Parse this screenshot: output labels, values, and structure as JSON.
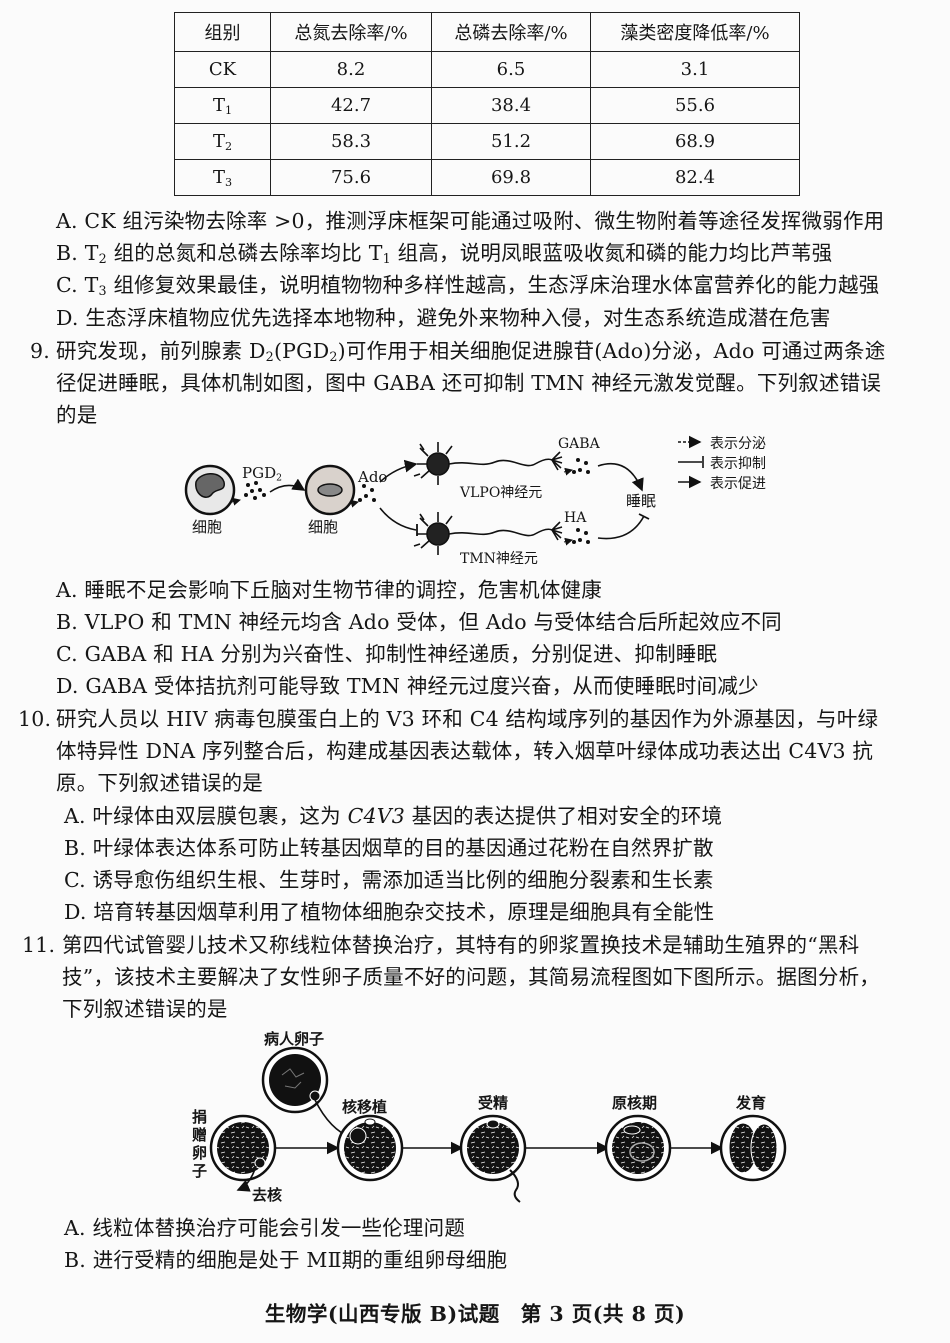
{
  "table": {
    "headers": [
      "组别",
      "总氮去除率/%",
      "总磷去除率/%",
      "藻类密度降低率/%"
    ],
    "rows": [
      {
        "group": "CK",
        "group_sub": "",
        "n": "8.2",
        "p": "6.5",
        "algae": "3.1"
      },
      {
        "group": "T",
        "group_sub": "1",
        "n": "42.7",
        "p": "38.4",
        "algae": "55.6"
      },
      {
        "group": "T",
        "group_sub": "2",
        "n": "58.3",
        "p": "51.2",
        "algae": "68.9"
      },
      {
        "group": "T",
        "group_sub": "3",
        "n": "75.6",
        "p": "69.8",
        "algae": "82.4"
      }
    ]
  },
  "q8": {
    "options": {
      "A": "A. CK 组污染物去除率 >0，推测浮床框架可能通过吸附、微生物附着等途径发挥微弱作用",
      "B_pre": "B. T",
      "B_sub1": "2",
      "B_mid": " 组的总氮和总磷去除率均比 T",
      "B_sub2": "1",
      "B_post": " 组高，说明凤眼蓝吸收氮和磷的能力均比芦苇强",
      "C_pre": "C. T",
      "C_sub": "3",
      "C_post": " 组修复效果最佳，说明植物物种多样性越高，生态浮床治理水体富营养化的能力越强",
      "D": "D. 生态浮床植物应优先选择本地物种，避免外来物种入侵，对生态系统造成潜在危害"
    }
  },
  "q9": {
    "number": "9.",
    "stem_1a": "研究发现，前列腺素 D",
    "stem_1b": "2",
    "stem_1c": "(PGD",
    "stem_1d": "2",
    "stem_1e": ")可作用于相关细胞促进腺苷(Ado)分泌，Ado 可通过两条途",
    "stem_2": "径促进睡眠，具体机制如图，图中 GABA 还可抑制 TMN 神经元激发觉醒。下列叙述错误",
    "stem_3": "的是",
    "diagram": {
      "pgd_label": "PGD",
      "pgd_sub": "2",
      "cell1_label": "细胞",
      "cell2_label": "细胞",
      "ado_label": "Ado",
      "vlpo_label": "VLPO神经元",
      "tmn_label": "TMN神经元",
      "gaba_label": "GABA",
      "ha_label": "HA",
      "sleep_label": "睡眠",
      "legend": [
        {
          "symbol": "dashed-arrow",
          "label": "表示分泌"
        },
        {
          "symbol": "inhibit",
          "label": "表示抑制"
        },
        {
          "symbol": "arrow",
          "label": "表示促进"
        }
      ]
    },
    "options": {
      "A": "A. 睡眠不足会影响下丘脑对生物节律的调控，危害机体健康",
      "B": "B. VLPO 和 TMN 神经元均含 Ado 受体，但 Ado 与受体结合后所起效应不同",
      "C": "C. GABA 和 HA 分别为兴奋性、抑制性神经递质，分别促进、抑制睡眠",
      "D": "D. GABA 受体拮抗剂可能导致 TMN 神经元过度兴奋，从而使睡眠时间减少"
    }
  },
  "q10": {
    "number": "10.",
    "stem_1": "研究人员以 HIV 病毒包膜蛋白上的 V3 环和 C4 结构域序列的基因作为外源基因，与叶绿",
    "stem_2": "体特异性 DNA 序列整合后，构建成基因表达载体，转入烟草叶绿体成功表达出 C4V3 抗",
    "stem_3": "原。下列叙述错误的是",
    "options": {
      "A_pre": "A. 叶绿体由双层膜包裹，这为 ",
      "A_it": "C4V3",
      "A_post": " 基因的表达提供了相对安全的环境",
      "B": "B. 叶绿体表达体系可防止转基因烟草的目的基因通过花粉在自然界扩散",
      "C": "C. 诱导愈伤组织生根、生芽时，需添加适当比例的细胞分裂素和生长素",
      "D": "D. 培育转基因烟草利用了植物体细胞杂交技术，原理是细胞具有全能性"
    }
  },
  "q11": {
    "number": "11.",
    "stem_1": "第四代试管婴儿技术又称线粒体替换治疗，其特有的卵浆置换技术是辅助生殖界的“黑科",
    "stem_2": "技”，该技术主要解决了女性卵子质量不好的问题，其简易流程图如下图所示。据图分析，",
    "stem_3": "下列叙述错误的是",
    "diagram": {
      "patient_egg": "病人卵子",
      "donor_egg": [
        "捐",
        "赠",
        "卵",
        "子"
      ],
      "enucleate": "去核",
      "steps": [
        "核移植",
        "受精",
        "原核期",
        "发育"
      ]
    },
    "options": {
      "A": "A. 线粒体替换治疗可能会引发一些伦理问题",
      "B": "B. 进行受精的细胞是处于 MⅡ期的重组卵母细胞"
    }
  },
  "footer": "生物学(山西专版 B)试题　第 3 页(共 8 页)"
}
